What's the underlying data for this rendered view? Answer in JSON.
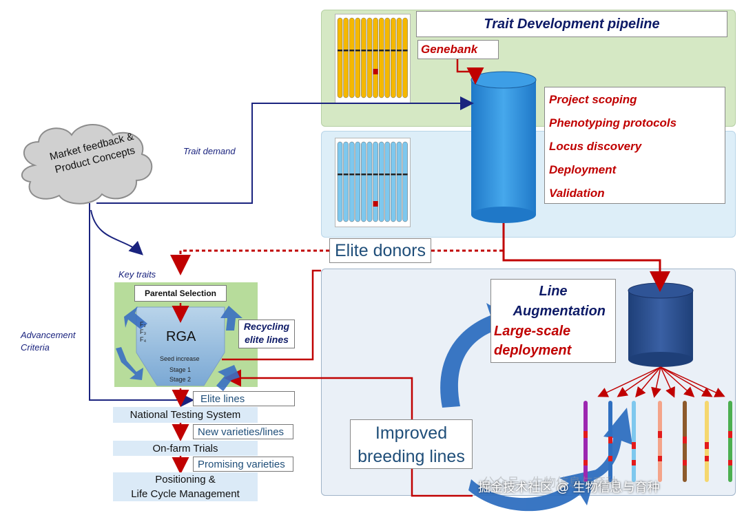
{
  "pipeline": {
    "title": "Trait Development pipeline",
    "genebank": "Genebank",
    "steps": [
      "Project scoping",
      "Phenotyping protocols",
      "Locus discovery",
      "Deployment",
      "Validation"
    ]
  },
  "market": {
    "line1": "Market feedback &",
    "line2": "Product Concepts"
  },
  "labels": {
    "trait_demand": "Trait demand",
    "key_traits": "Key traits",
    "advancement_line1": "Advancement",
    "advancement_line2": "Criteria",
    "elite_donors": "Elite donors"
  },
  "rga": {
    "parental_selection": "Parental Selection",
    "title": "RGA",
    "generations": [
      "F₂",
      "F₃",
      "F₄"
    ],
    "seed_increase": "Seed increase",
    "stage1": "Stage 1",
    "stage2": "Stage 2",
    "recycling_line1": "Recycling",
    "recycling_line2": "elite lines"
  },
  "testing": {
    "elite_lines": "Elite lines",
    "national": "National Testing System",
    "new_varieties": "New varieties/lines",
    "on_farm": "On-farm Trials",
    "promising": "Promising varieties",
    "positioning_line1": "Positioning &",
    "positioning_line2": "Life Cycle Management"
  },
  "augmentation": {
    "line1": "Line",
    "line2": "Augmentation",
    "line3": "Large-scale",
    "line4": "deployment"
  },
  "improved": {
    "line1": "Improved",
    "line2": "breeding lines"
  },
  "watermark": {
    "ghost": "公众号 · 生物信息与育种",
    "text": "掘金技术社区 @ 生物信息与育种"
  },
  "colors": {
    "navy": "#1a237e",
    "red": "#c00000",
    "cylinder_light": "#2e8fd8",
    "cylinder_dark": "#2b4f8e",
    "chrom_orange": "#f5b800",
    "chrom_blue": "#7ec8ee",
    "arrow_blue": "#2f6fc0"
  }
}
